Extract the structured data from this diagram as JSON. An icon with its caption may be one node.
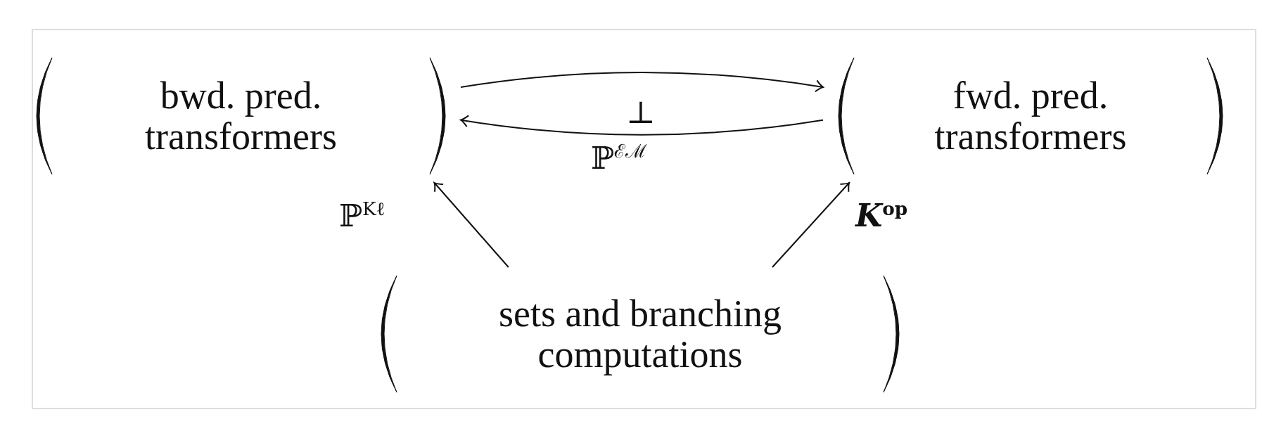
{
  "diagram": {
    "nodes": [
      {
        "text": [
          "bwd. pred. transformers"
        ]
      },
      {
        "text": [
          "fwd. pred. transformers"
        ]
      },
      {
        "text": [
          "sets and branching computations"
        ]
      }
    ],
    "edges": [
      {
        "from": 0,
        "to": 1,
        "arrow": "to"
      },
      {
        "from": 1,
        "to": 0,
        "arrow": "to",
        "label": "ℙ$^{ℰℳ}$"
      },
      {
        "from": 2,
        "to": 0,
        "arrow": "to",
        "label": "ℙ$^{Kℓ}$"
      },
      {
        "from": 2,
        "to": 1,
        "arrow": "to",
        "label": "*K*$^{op}$"
      }
    ],
    "labels": [
      "⊥"
    ]
  }
}
